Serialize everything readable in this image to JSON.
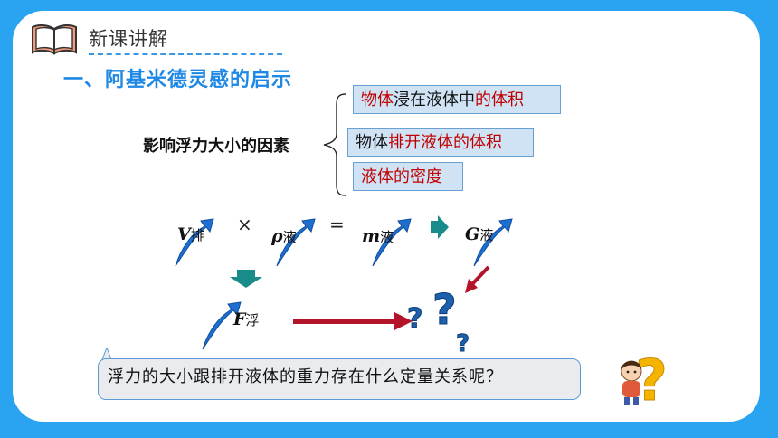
{
  "header": {
    "title": "新课讲解"
  },
  "section": {
    "title": "一、阿基米德灵感的启示"
  },
  "factors": {
    "label": "影响浮力大小的因素",
    "item1": {
      "part1": "物体",
      "part2": "浸在液体中",
      "part3": "的体积"
    },
    "item2": {
      "part1": "物体",
      "part2": "排开液体的体积"
    },
    "item3": {
      "text": "液体的密度"
    }
  },
  "formula": {
    "v": "V",
    "v_sub": "排",
    "times": "×",
    "rho": "ρ",
    "rho_sub": "液",
    "equals": "=",
    "m": "m",
    "m_sub": "液",
    "g": "G",
    "g_sub": "液",
    "f": "F",
    "f_sub": "浮"
  },
  "question": {
    "text": "浮力的大小跟排开液体的重力存在什么定量关系呢？"
  },
  "colors": {
    "background": "#2aa3f0",
    "accent": "#1e88e5",
    "highlight_red": "#c00000",
    "box_fill": "#cfe3f5"
  }
}
